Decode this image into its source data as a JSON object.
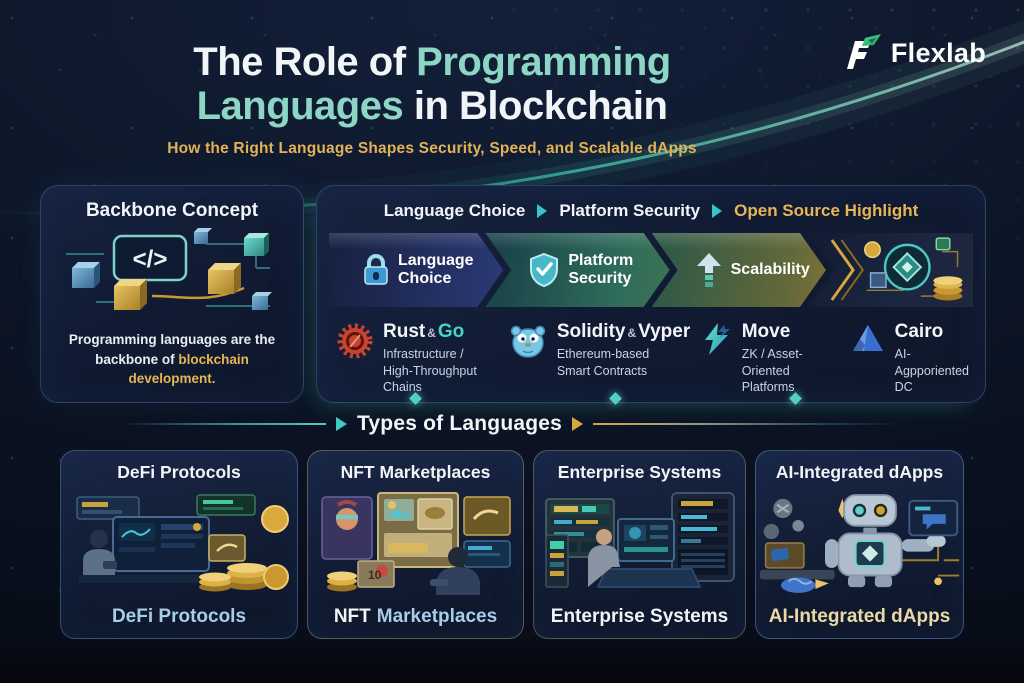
{
  "logo": {
    "brand": "Flexlab"
  },
  "header": {
    "title_l1_a": "The Role of",
    "title_l1_b": "Programming",
    "title_l2_a": "Languages",
    "title_l2_b": "in Blockchain",
    "subtitle": "How the Right Language Shapes Security, Speed, and Scalable dApps"
  },
  "backbone": {
    "title": "Backbone Concept",
    "code_glyph": "</>",
    "caption_a": "Programming languages are the backbone of ",
    "caption_b": "blockchain development."
  },
  "flow": {
    "header_steps": [
      {
        "label": "Language Choice"
      },
      {
        "label": "Platform Security"
      },
      {
        "label": "Open Source Highlight"
      }
    ],
    "chevrons": [
      {
        "label_l1": "Language",
        "label_l2": "Choice",
        "icon": "lock-icon"
      },
      {
        "label_l1": "Platform",
        "label_l2": "Security",
        "icon": "shield-check-icon"
      },
      {
        "label_l1": "Scalability",
        "label_l2": "",
        "icon": "arrow-up-icon"
      }
    ],
    "languages": [
      {
        "name_a": "Rust",
        "sep": "&",
        "name_b": "Go",
        "desc_l1": "Infrastructure /",
        "desc_l2": "High-Throughput Chains",
        "icon": "rust-gear-icon"
      },
      {
        "name_a": "Solidity",
        "sep": "&",
        "name_b": "Vyper",
        "desc_l1": "Ethereum-based",
        "desc_l2": "Smart Contracts",
        "icon": "gopher-icon"
      },
      {
        "name_a": "Move",
        "sep": "",
        "name_b": "",
        "desc_l1": "ZK / Asset-Oriented",
        "desc_l2": "Platforms",
        "icon": "lightning-icon"
      },
      {
        "name_a": "Cairo",
        "sep": "",
        "name_b": "",
        "desc_l1": "AI-Agpporiented",
        "desc_l2": "DC",
        "icon": "pyramid-icon"
      }
    ]
  },
  "banner": {
    "label": "Types of Languages"
  },
  "cards": [
    {
      "title": "DeFi Protocols",
      "label_a": "DeFi Protocols",
      "label_b": ""
    },
    {
      "title": "NFT Marketplaces",
      "label_a": "NFT",
      "label_b": "Marketplaces"
    },
    {
      "title": "Enterprise Systems",
      "label_a": "Enterprise Systems",
      "label_b": ""
    },
    {
      "title": "AI-Integrated dApps",
      "label_a": "AI-Integrated dApps",
      "label_b": ""
    }
  ],
  "colors": {
    "accent_teal": "#8dd6c5",
    "accent_gold": "#e6b655",
    "label_blue": "#a9cce8",
    "background": "#0d1729"
  }
}
